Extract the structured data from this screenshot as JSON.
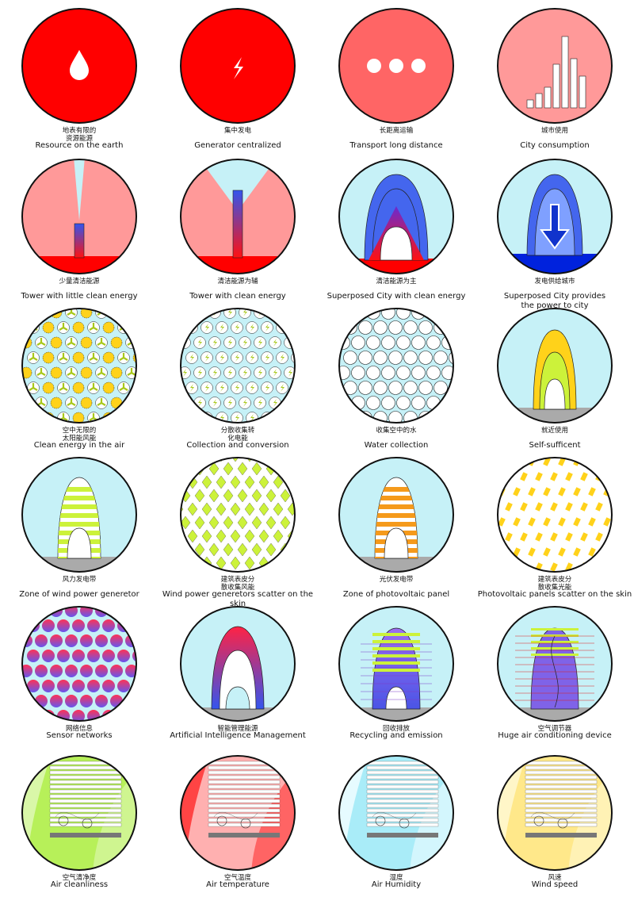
{
  "cells": [
    {
      "cn": "地表有限的\n资源能源",
      "en": "Resource on the earth"
    },
    {
      "cn": "集中发电",
      "en": "Generator centralized"
    },
    {
      "cn": "长距离运输",
      "en": "Transport long distance"
    },
    {
      "cn": "城市使用",
      "en": "City consumption"
    },
    {
      "cn": "少量清洁能源",
      "en": "Tower with little clean energy"
    },
    {
      "cn": "清洁能源为辅",
      "en": "Tower with clean energy"
    },
    {
      "cn": "清洁能源为主",
      "en": "Superposed City with clean energy"
    },
    {
      "cn": "发电供给城市",
      "en": "Superposed City provides\nthe power to city"
    },
    {
      "cn": "空中无限的\n太阳能风能",
      "en": "Clean energy in the air"
    },
    {
      "cn": "分散收集转\n化电能",
      "en": "Collection and conversion"
    },
    {
      "cn": "收集空中的水",
      "en": "Water collection"
    },
    {
      "cn": "就近使用",
      "en": "Self-sufficent"
    },
    {
      "cn": "风力发电带",
      "en": "Zone of wind power generetor"
    },
    {
      "cn": "建筑表皮分\n散收集风能",
      "en": "Wind power generetors scatter on the skin"
    },
    {
      "cn": "光伏发电带",
      "en": "Zone of photovoltaic panel"
    },
    {
      "cn": "建筑表皮分\n散收集光能",
      "en": "Photovoltaic panels scatter on the skin"
    },
    {
      "cn": "网络信息",
      "en": "Sensor networks"
    },
    {
      "cn": "智能管理能源",
      "en": "Artificial Intelligence Management"
    },
    {
      "cn": "回收排放",
      "en": "Recycling and emission"
    },
    {
      "cn": "空气调节器",
      "en": "Huge air conditioning device"
    },
    {
      "cn": "空气清净度",
      "en": "Air cleanliness"
    },
    {
      "cn": "空气温度",
      "en": "Air temperature"
    },
    {
      "cn": "湿度",
      "en": "Air Humidity"
    },
    {
      "cn": "风速",
      "en": "Wind speed"
    }
  ],
  "icons": [
    "water-drop-icon",
    "lightning-icon",
    "three-dots-icon",
    "bar-chart-icon",
    "tower-icon",
    "tower-icon",
    "superposed-city-icon",
    "arrow-down-icon",
    "fan-sun-icon",
    "lightning-pattern-icon",
    "water-bubbles-icon",
    "building-icon",
    "wind-zone-icon",
    "diamond-pattern-icon",
    "solar-zone-icon",
    "panel-pattern-icon",
    "sensor-dots-icon",
    "ai-building-icon",
    "recycle-icon",
    "air-conditioner-icon",
    "city-section-icon",
    "city-section-icon",
    "city-section-icon",
    "city-section-icon"
  ],
  "colors": {
    "red": "#ff0000",
    "lightred": "#ff9999",
    "sky": "#c6f1f7",
    "blue": "#3355ee",
    "yellow": "#ffd21a",
    "lime": "#ccf23a",
    "orange": "#f59a1b",
    "purple": "#8a55e0",
    "green": "#b7f059",
    "humid": "#a9ecf8",
    "wind": "#ffe88a"
  }
}
